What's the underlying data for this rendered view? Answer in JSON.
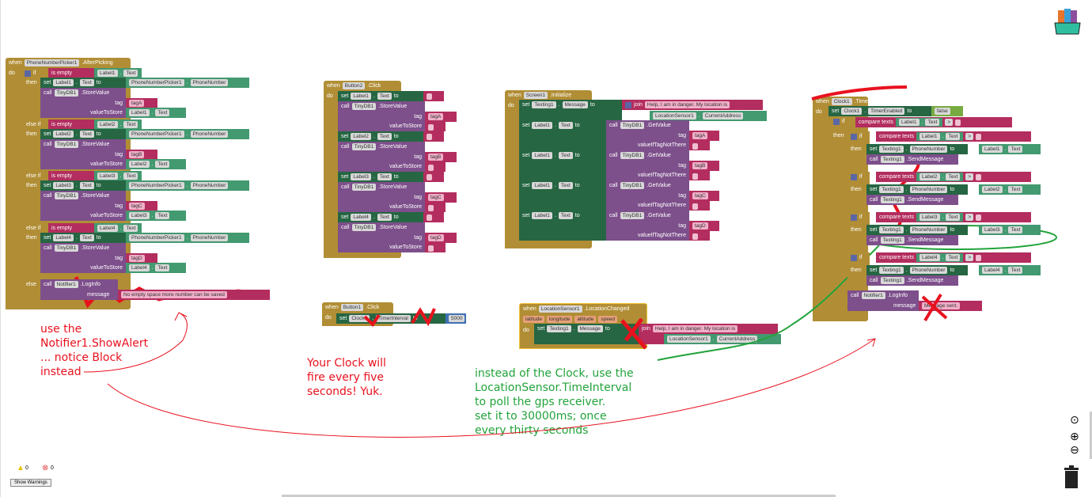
{
  "workspace": {
    "blocks": {
      "picker": {
        "event_kw": "when",
        "component": "PhoneNumberPicker1",
        "event": ".AfterPicking",
        "do": "do",
        "if": "if",
        "else_if": "else if",
        "then": "then",
        "else": "else",
        "is_empty": "is empty",
        "set": "set",
        "to": "to",
        "call": "call",
        "labels": [
          "Label1",
          "Label2",
          "Label3",
          "Label4"
        ],
        "prop": "Text",
        "picker_prop": "PhoneNumber",
        "db": "TinyDB1",
        "store": ".StoreValue",
        "tag": "tag",
        "value_to_store": "valueToStore",
        "tags": [
          "tagA",
          "tagB",
          "tagC",
          "tagD"
        ],
        "notifier": "Notifier1",
        "loginfo": ".LogInfo",
        "message": "message",
        "message_value": "No empty space more number can be saved"
      },
      "button2": {
        "event_kw": "when",
        "component": "Button2",
        "event": ".Click",
        "do": "do",
        "set": "set",
        "to": "to",
        "call": "call",
        "labels": [
          "Label1",
          "Label2",
          "Label3",
          "Label4"
        ],
        "prop": "Text",
        "db": "TinyDB1",
        "store": ".StoreValue",
        "tag": "tag",
        "value_to_store": "valueToStore",
        "tags": [
          "tagA",
          "tagB",
          "tagC",
          "tagD"
        ]
      },
      "screen1": {
        "event_kw": "when",
        "component": "Screen1",
        "event": ".Initialize",
        "do": "do",
        "set": "set",
        "to": "to",
        "texting": "Texting1",
        "message_prop": "Message",
        "join": "join",
        "help_text": "Help, I am in danger. My location is",
        "location": "LocationSensor1",
        "address": "CurrentAddress",
        "label": "Label1",
        "prop": "Text",
        "call": "call",
        "db": "TinyDB1",
        "get": ".GetValue",
        "tag": "tag",
        "value_if": "valueIfTagNotThere",
        "tags": [
          "tagA",
          "tagB",
          "tagC",
          "tagD"
        ]
      },
      "clock": {
        "event_kw": "when",
        "component": "Clock1",
        "event": ".Timer",
        "do": "do",
        "set": "set",
        "to": "to",
        "timer_enabled": "TimerEnabled",
        "false": "false",
        "if": "if",
        "then": "then",
        "compare": "compare texts",
        "op": ">",
        "labels": [
          "Label1",
          "Label1",
          "Label2",
          "Label3",
          "Label4"
        ],
        "prop": "Text",
        "texting": "Texting1",
        "phone_prop": "PhoneNumber",
        "send": ".SendMessage",
        "call": "call",
        "notifier": "Notifier1",
        "loginfo": ".LogInfo",
        "message": "message",
        "message_value": "Message sent."
      },
      "button1": {
        "event_kw": "when",
        "component": "Button1",
        "event": ".Click",
        "do": "do",
        "set": "set",
        "clock": "Clock1",
        "prop": "TimerInterval",
        "to": "to",
        "value": "5000"
      },
      "location": {
        "event_kw": "when",
        "component": "LocationSensor1",
        "event": ".LocationChanged",
        "do": "do",
        "params": [
          "latitude",
          "longitude",
          "altitude",
          "speed"
        ],
        "set": "set",
        "texting": "Texting1",
        "message_prop": "Message",
        "to": "to",
        "join": "join",
        "help_text": "Help, I am in danger. My location is",
        "location": "LocationSensor1",
        "address": "CurrentAddress"
      }
    },
    "annotations": {
      "notifier_note": [
        "use the",
        "Notifier1.ShowAlert",
        "... notice Block",
        "instead"
      ],
      "clock_note": [
        "Your Clock will",
        "fire every five",
        "seconds!  Yuk."
      ],
      "location_note": [
        "instead of the Clock, use the",
        "LocationSensor.TimeInterval",
        "to poll the gps receiver.",
        "set it to 30000ms; once",
        "every thirty seconds"
      ]
    },
    "colors": {
      "red_ink": "#e8121e",
      "green_ink": "#22a33b"
    },
    "warnings": {
      "warning_count": "0",
      "error_count": "0",
      "show_warnings": "Show Warnings"
    },
    "controls": {
      "center": "target-icon",
      "zoom_in": "plus-icon",
      "zoom_out": "minus-icon",
      "trash": "trash-icon",
      "backpack": "backpack-icon"
    }
  }
}
